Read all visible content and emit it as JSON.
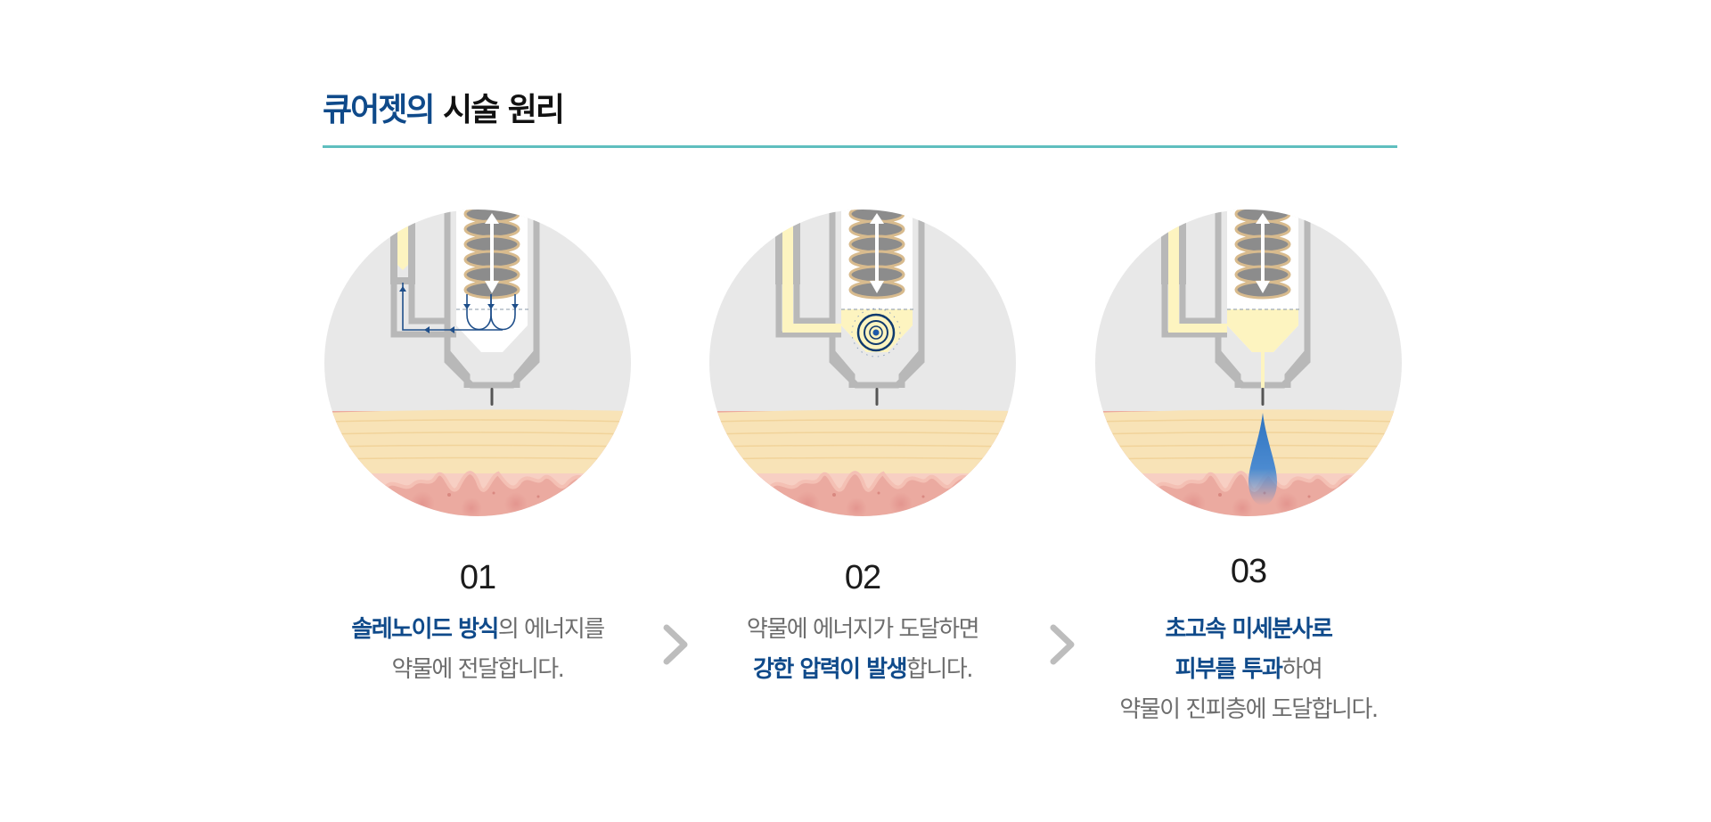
{
  "header": {
    "title_accent": "큐어젯의",
    "title_rest": "시술 원리"
  },
  "colors": {
    "accent_blue": "#0f4a8a",
    "rule_teal": "#5fbfbf",
    "circle_bg": "#e8e8e8",
    "drug_yellow": "#fdf4c0",
    "skin_top": "#f8e3b7",
    "skin_dermis": "#ebaaa0",
    "droplet_blue": "#3a7dc4",
    "chevron_gray": "#bdbdbd"
  },
  "steps": [
    {
      "number": "01",
      "illustration": "solenoid-energy-transfer",
      "line1_highlight": "솔레노이드 방식",
      "line1_rest": "의 에너지를",
      "line2": "약물에 전달합니다."
    },
    {
      "number": "02",
      "illustration": "pressure-generation",
      "line1": "약물에 에너지가 도달하면",
      "line2_highlight": "강한 압력이 발생",
      "line2_rest": "합니다."
    },
    {
      "number": "03",
      "illustration": "micro-jet-skin-penetration",
      "line1_highlight": "초고속 미세분사로",
      "line2_highlight": "피부를 투과",
      "line2_rest": "하여",
      "line3": "약물이 진피층에 도달합니다."
    }
  ],
  "separators": [
    "chevron-right-icon",
    "chevron-right-icon"
  ]
}
